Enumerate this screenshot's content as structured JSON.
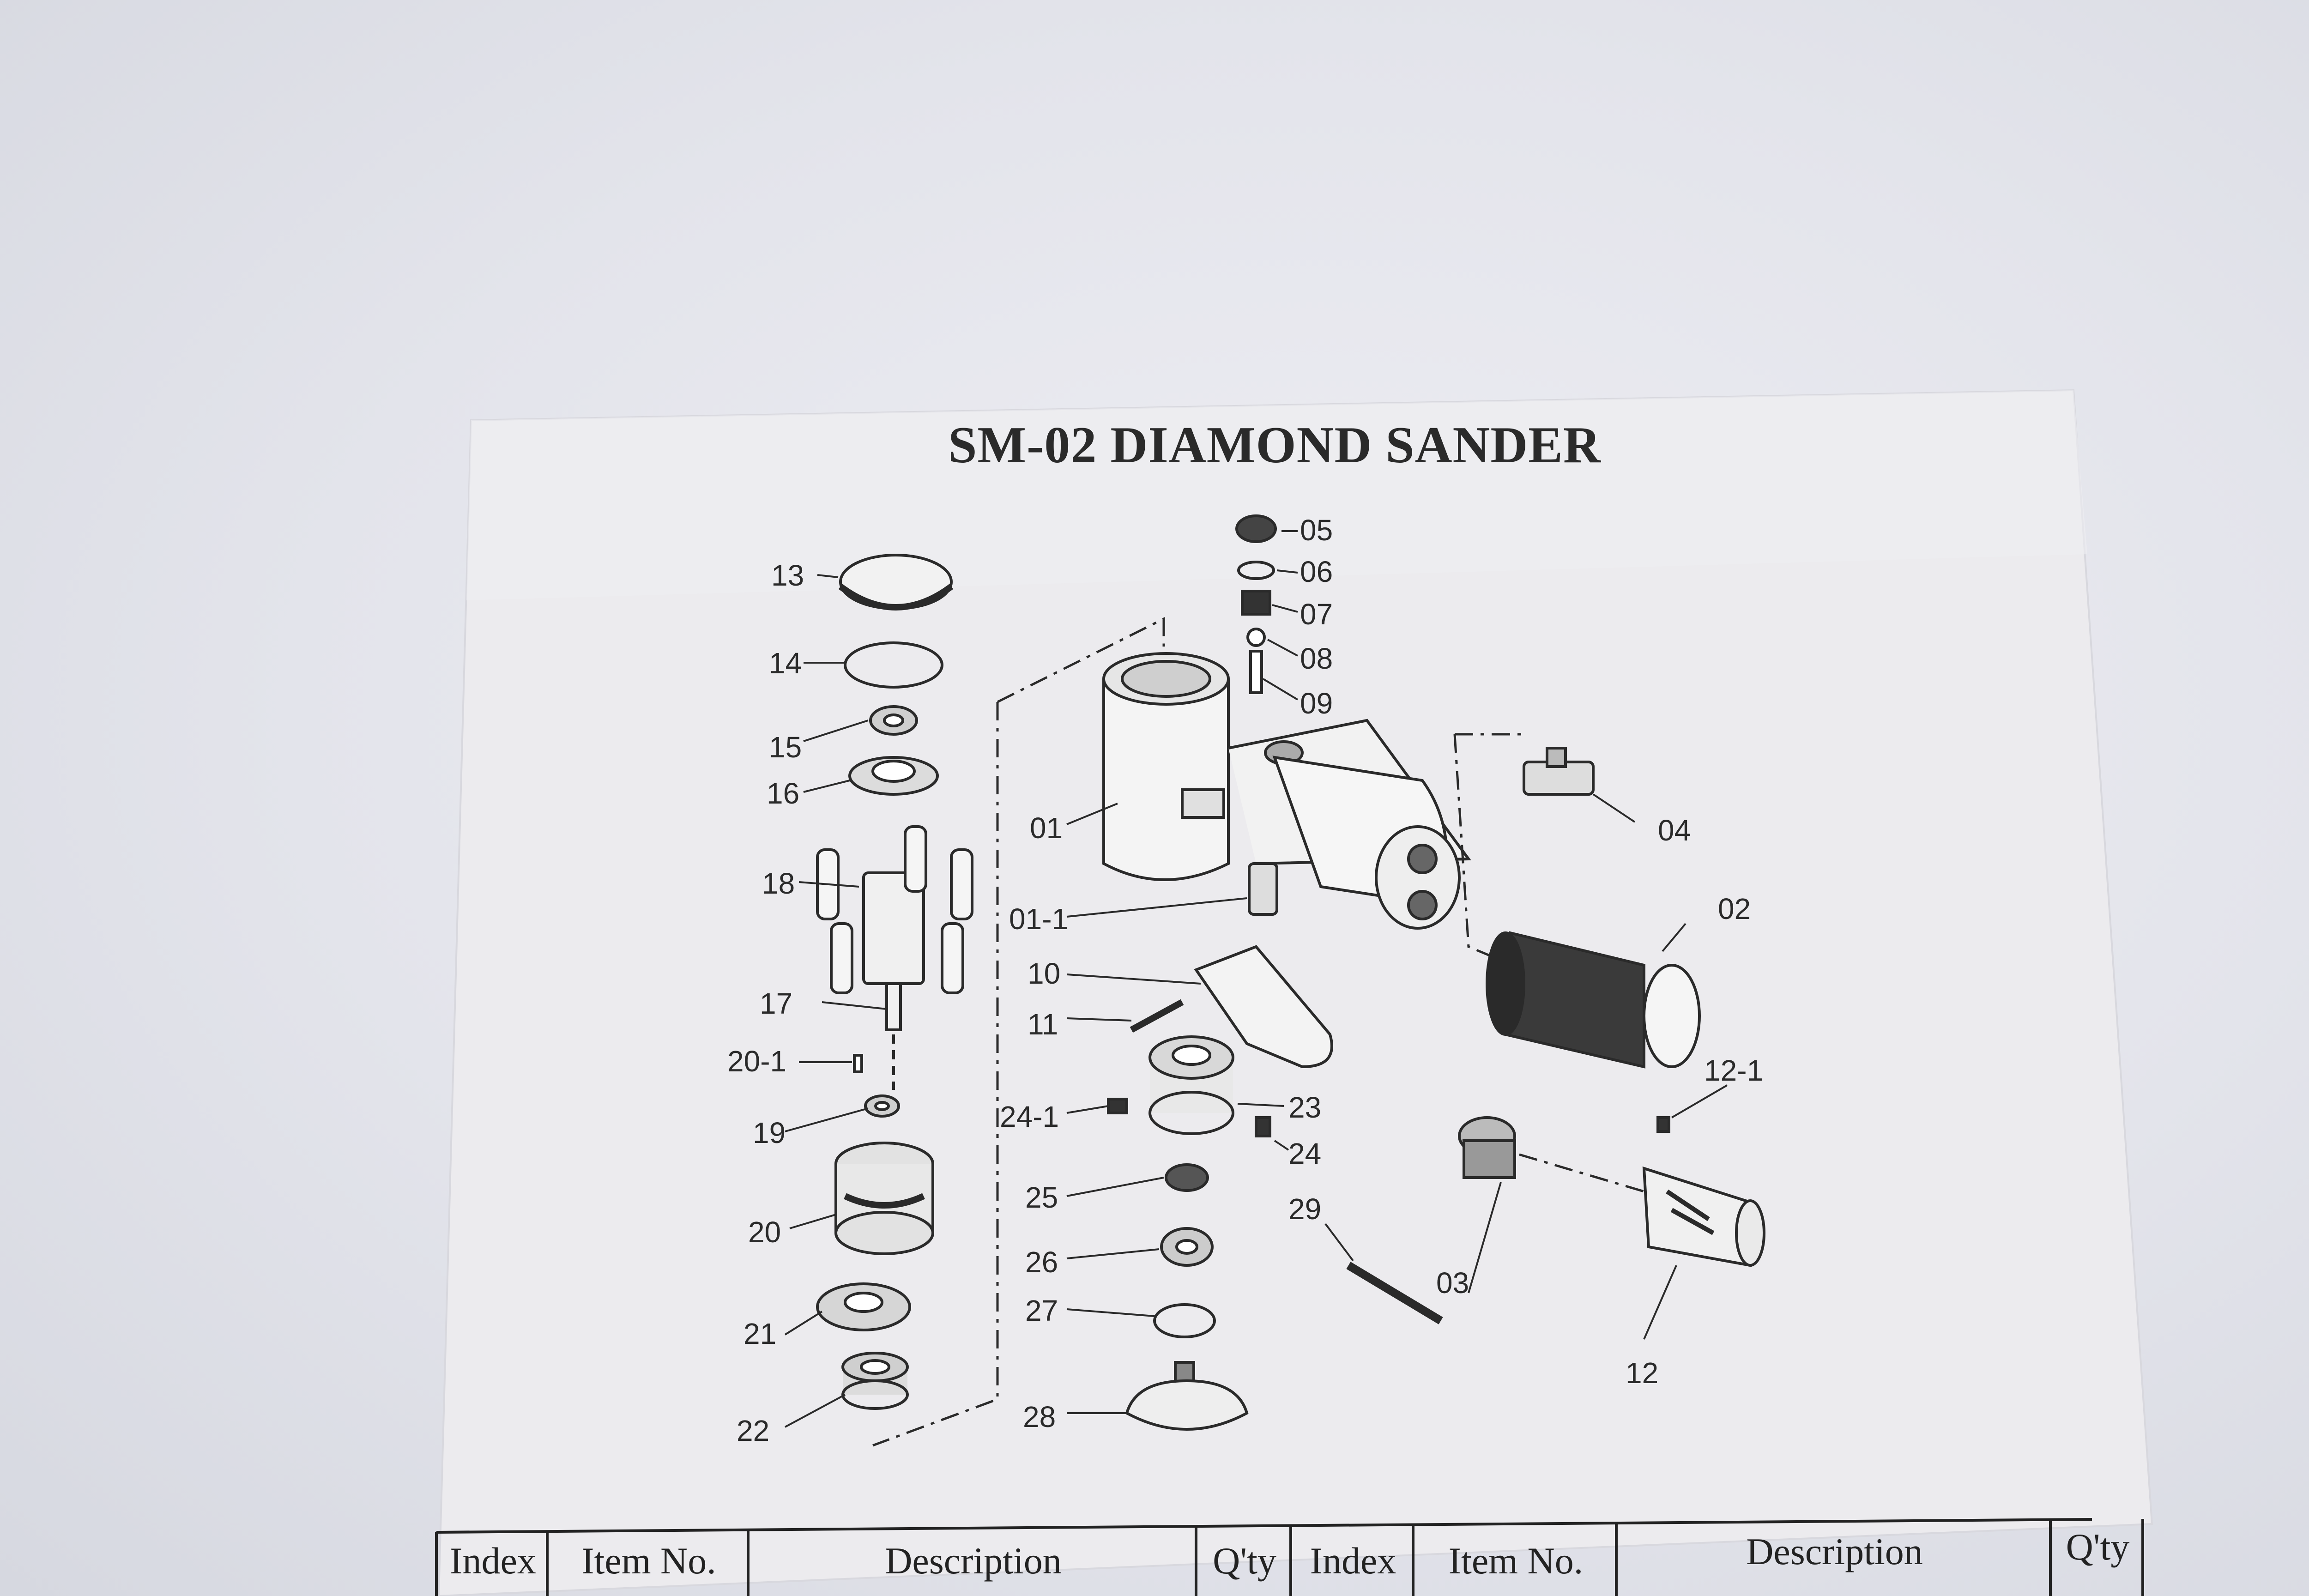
{
  "document": {
    "title": "SM-02 DIAMOND SANDER"
  },
  "diagram": {
    "callouts": [
      {
        "id": "c13",
        "label": "13"
      },
      {
        "id": "c14",
        "label": "14"
      },
      {
        "id": "c15",
        "label": "15"
      },
      {
        "id": "c16",
        "label": "16"
      },
      {
        "id": "c18",
        "label": "18"
      },
      {
        "id": "c17",
        "label": "17"
      },
      {
        "id": "c20-1",
        "label": "20-1"
      },
      {
        "id": "c19",
        "label": "19"
      },
      {
        "id": "c20",
        "label": "20"
      },
      {
        "id": "c21",
        "label": "21"
      },
      {
        "id": "c22",
        "label": "22"
      },
      {
        "id": "c05",
        "label": "05"
      },
      {
        "id": "c06",
        "label": "06"
      },
      {
        "id": "c07",
        "label": "07"
      },
      {
        "id": "c08",
        "label": "08"
      },
      {
        "id": "c09",
        "label": "09"
      },
      {
        "id": "c01",
        "label": "01"
      },
      {
        "id": "c01-1",
        "label": "01-1"
      },
      {
        "id": "c10",
        "label": "10"
      },
      {
        "id": "c11",
        "label": "11"
      },
      {
        "id": "c24-1",
        "label": "24-1"
      },
      {
        "id": "c23",
        "label": "23"
      },
      {
        "id": "c24",
        "label": "24"
      },
      {
        "id": "c25",
        "label": "25"
      },
      {
        "id": "c29",
        "label": "29"
      },
      {
        "id": "c26",
        "label": "26"
      },
      {
        "id": "c27",
        "label": "27"
      },
      {
        "id": "c28",
        "label": "28"
      },
      {
        "id": "c04",
        "label": "04"
      },
      {
        "id": "c02",
        "label": "02"
      },
      {
        "id": "c12-1",
        "label": "12-1"
      },
      {
        "id": "c03",
        "label": "03"
      },
      {
        "id": "c12",
        "label": "12"
      }
    ]
  },
  "parts_table": {
    "headers": [
      "Index",
      "Item No.",
      "Description",
      "Q'ty",
      "Index",
      "Item No.",
      "Description",
      "Q'ty"
    ]
  }
}
